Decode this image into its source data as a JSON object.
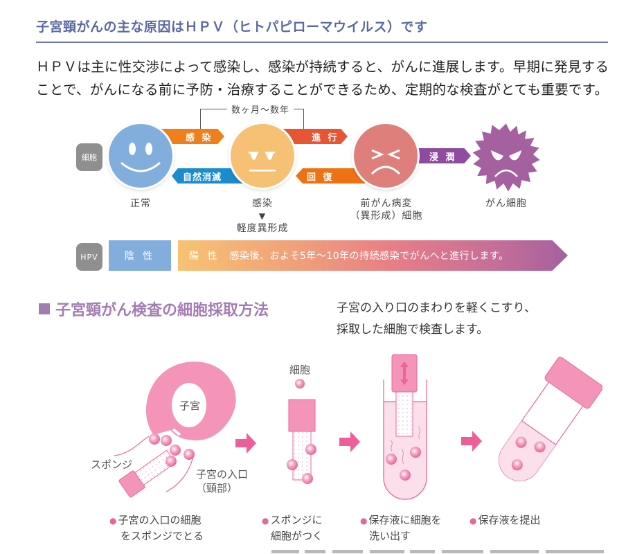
{
  "header": {
    "title": "子宮頸がんの主な原因はＨＰＶ（ヒトパピローマウイルス）です",
    "intro_line1": "ＨＰＶは主に性交渉によって感染し、感染が持続すると、がんに進展します。早期に発見する",
    "intro_line2": "ことで、がんになる前に予防・治療することができるため、定期的な検査がとても重要です。"
  },
  "progression": {
    "period_label": "数ヶ月～数年",
    "row_label": "細胞",
    "stages": [
      {
        "label": "正常",
        "face": "smile",
        "color": "#82aede"
      },
      {
        "label": "感染",
        "sublabel_arrow": "▼",
        "sublabel": "軽度異形成",
        "face": "neutral",
        "color": "#f6c075"
      },
      {
        "label_line1": "前がん病変",
        "label_line2": "（異形成）細胞",
        "face": "distressed",
        "color": "#de7f7b"
      },
      {
        "label": "がん細胞",
        "face": "angry",
        "color": "#a4609f"
      }
    ],
    "arrows": [
      {
        "label": "感 染",
        "direction": "right",
        "color": "#ee7f1a"
      },
      {
        "label": "自然消滅",
        "direction": "left",
        "color": "#1d8ccc"
      },
      {
        "label": "進 行",
        "direction": "right",
        "color": "#e75535"
      },
      {
        "label": "回 復",
        "direction": "left",
        "color": "#ee7214"
      },
      {
        "label": "浸 潤",
        "direction": "right",
        "color": "#8e4ba0"
      }
    ]
  },
  "hpv_bar": {
    "row_label": "HPV",
    "negative_label": "陰 性",
    "positive_label": "陽 性",
    "positive_text": "感染後、およそ5年～10年の持続感染でがんへと進行します。"
  },
  "sampling": {
    "section_title": "子宮頸がん検査の細胞採取方法",
    "description_line1": "子宮の入り口のまわりを軽くこすり、",
    "description_line2": "採取した細胞で検査します。",
    "illustration_labels": {
      "uterus": "子宮",
      "sponge": "スポンジ",
      "cervix_line1": "子宮の入口",
      "cervix_line2": "（頸部）",
      "cell": "細胞"
    },
    "steps": [
      {
        "line1": "子宮の入口の細胞",
        "line2": "をスポンジでとる"
      },
      {
        "line1": "スポンジに",
        "line2": "細胞がつく"
      },
      {
        "line1": "保存液に細胞を",
        "line2": "洗い出す"
      },
      {
        "line1": "保存液を提出",
        "line2": ""
      }
    ],
    "bullet": "●"
  },
  "colors": {
    "title": "#5a68a6",
    "section_title": "#a47cb4",
    "illustration_pink": "#ee87ae",
    "illustration_pink_light": "#fbdfea",
    "arrow_pink": "#ee5f9a"
  }
}
